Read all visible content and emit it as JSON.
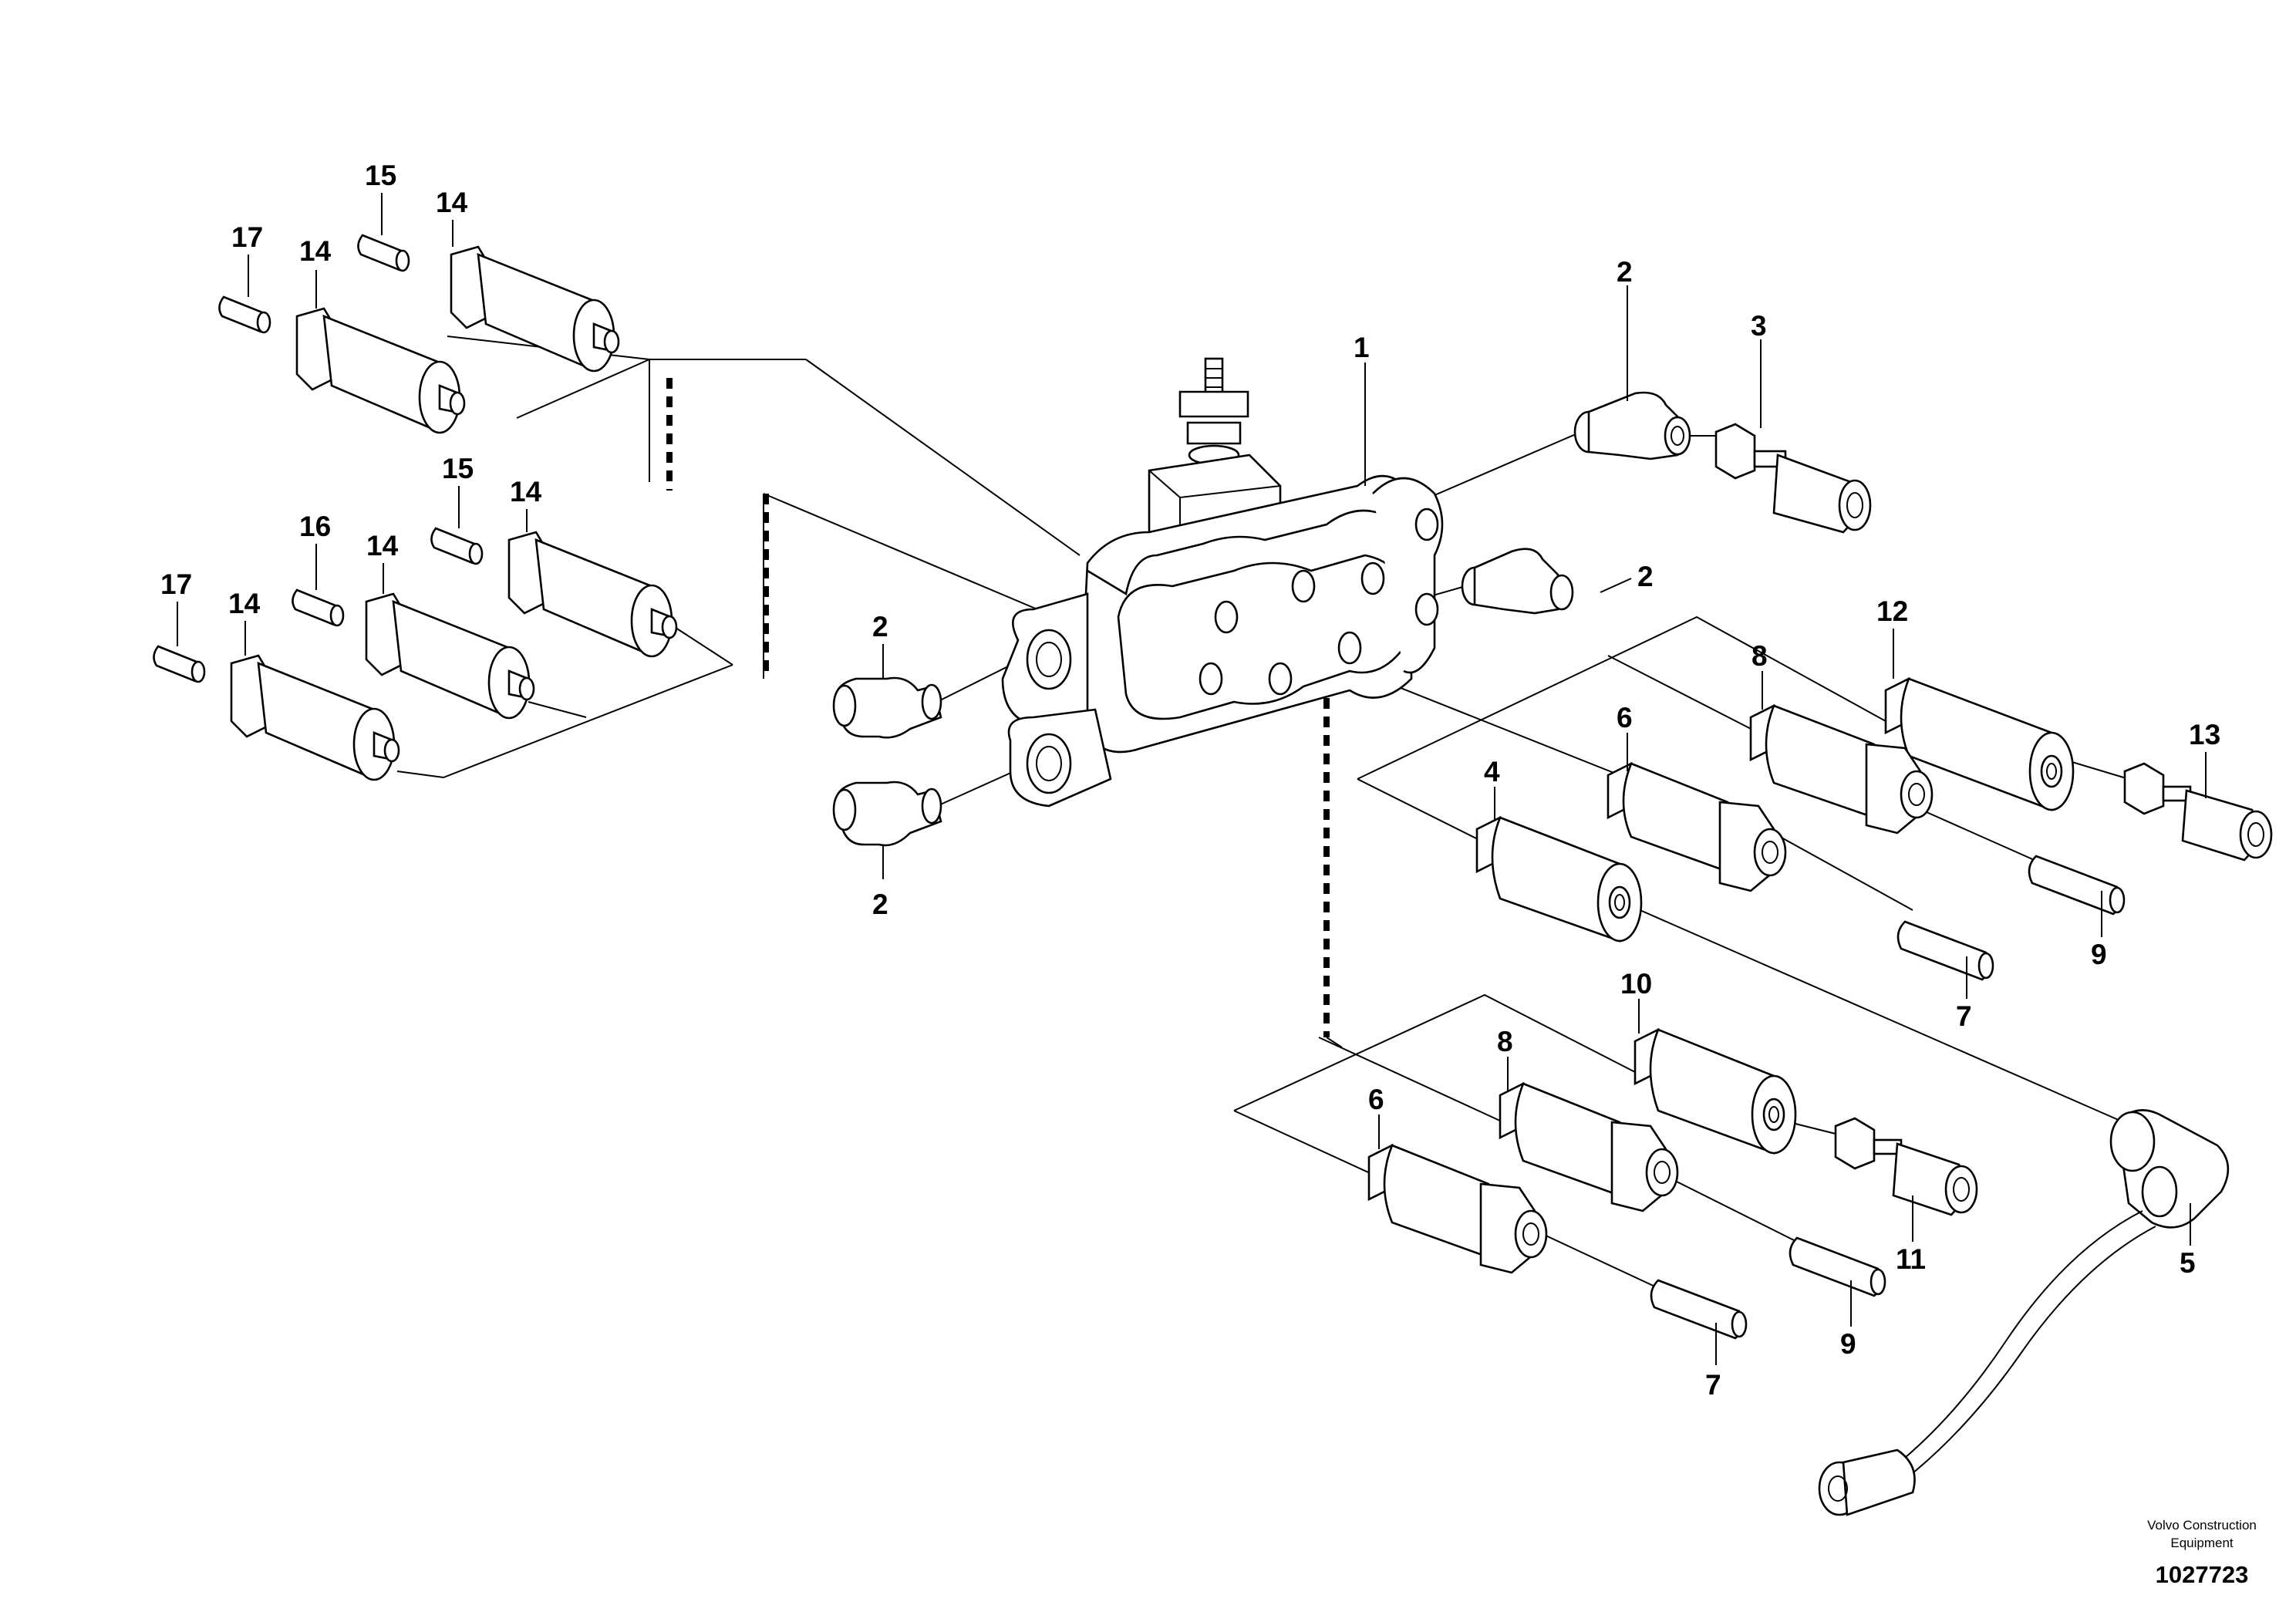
{
  "diagram": {
    "callouts": [
      {
        "id": "c1",
        "text": "1"
      },
      {
        "id": "c2a",
        "text": "2"
      },
      {
        "id": "c3",
        "text": "3"
      },
      {
        "id": "c2b",
        "text": "2"
      },
      {
        "id": "c2c",
        "text": "2"
      },
      {
        "id": "c2d",
        "text": "2"
      },
      {
        "id": "c12",
        "text": "12"
      },
      {
        "id": "c13",
        "text": "13"
      },
      {
        "id": "c8a",
        "text": "8"
      },
      {
        "id": "c6a",
        "text": "6"
      },
      {
        "id": "c4",
        "text": "4"
      },
      {
        "id": "c9a",
        "text": "9"
      },
      {
        "id": "c7a",
        "text": "7"
      },
      {
        "id": "c10",
        "text": "10"
      },
      {
        "id": "c8b",
        "text": "8"
      },
      {
        "id": "c6b",
        "text": "6"
      },
      {
        "id": "c11",
        "text": "11"
      },
      {
        "id": "c5",
        "text": "5"
      },
      {
        "id": "c9b",
        "text": "9"
      },
      {
        "id": "c7b",
        "text": "7"
      },
      {
        "id": "c15a",
        "text": "15"
      },
      {
        "id": "c14a",
        "text": "14"
      },
      {
        "id": "c17a",
        "text": "17"
      },
      {
        "id": "c14b",
        "text": "14"
      },
      {
        "id": "c15b",
        "text": "15"
      },
      {
        "id": "c14c",
        "text": "14"
      },
      {
        "id": "c16",
        "text": "16"
      },
      {
        "id": "c14d",
        "text": "14"
      },
      {
        "id": "c17b",
        "text": "17"
      },
      {
        "id": "c14e",
        "text": "14"
      }
    ],
    "credit_line1": "Volvo Construction",
    "credit_line2": "Equipment",
    "doc_number": "1027723"
  }
}
